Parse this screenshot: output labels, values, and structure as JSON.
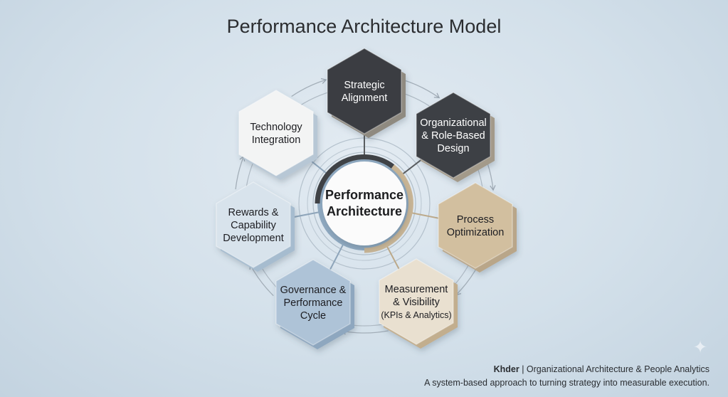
{
  "title": "Performance Architecture Model",
  "center": {
    "lines": [
      "Performance",
      "Architecture"
    ]
  },
  "nodes": [
    {
      "id": "strategic-alignment",
      "lines": [
        "Strategic",
        "Alignment"
      ],
      "fill": "#3b3e42",
      "shadow": "#8f8a80",
      "text": "#ffffff"
    },
    {
      "id": "organizational-role-based-design",
      "lines": [
        "Organizational",
        "& Role-Based",
        "Design"
      ],
      "fill": "#3e4145",
      "shadow": "#a39a8a",
      "text": "#ffffff"
    },
    {
      "id": "process-optimization",
      "lines": [
        "Process",
        "Optimization"
      ],
      "fill": "#d2bf9f",
      "shadow": "#b9a689",
      "text": "#1e1f21"
    },
    {
      "id": "measurement-visibility",
      "lines": [
        "Measurement",
        "& Visibility",
        "(KPIs & Analytics)"
      ],
      "fill": "#e9e0d0",
      "shadow": "#c2ae8e",
      "text": "#1e1f21"
    },
    {
      "id": "governance-performance-cycle",
      "lines": [
        "Governance &",
        "Performance",
        "Cycle"
      ],
      "fill": "#aec3d7",
      "shadow": "#8ea7bf",
      "text": "#1e1f21"
    },
    {
      "id": "rewards-capability-development",
      "lines": [
        "Rewards &",
        "Capability",
        "Development"
      ],
      "fill": "#d8e3ec",
      "shadow": "#a6bccf",
      "text": "#1e1f21"
    },
    {
      "id": "technology-integration",
      "lines": [
        "Technology",
        "Integration"
      ],
      "fill": "#f3f4f4",
      "shadow": "#b7c7d5",
      "text": "#1e1f21"
    }
  ],
  "footer": {
    "author": "Khder",
    "subtitle": " | Organizational Architecture & People Analytics",
    "tagline": "A system-based approach to turning strategy into measurable execution."
  }
}
